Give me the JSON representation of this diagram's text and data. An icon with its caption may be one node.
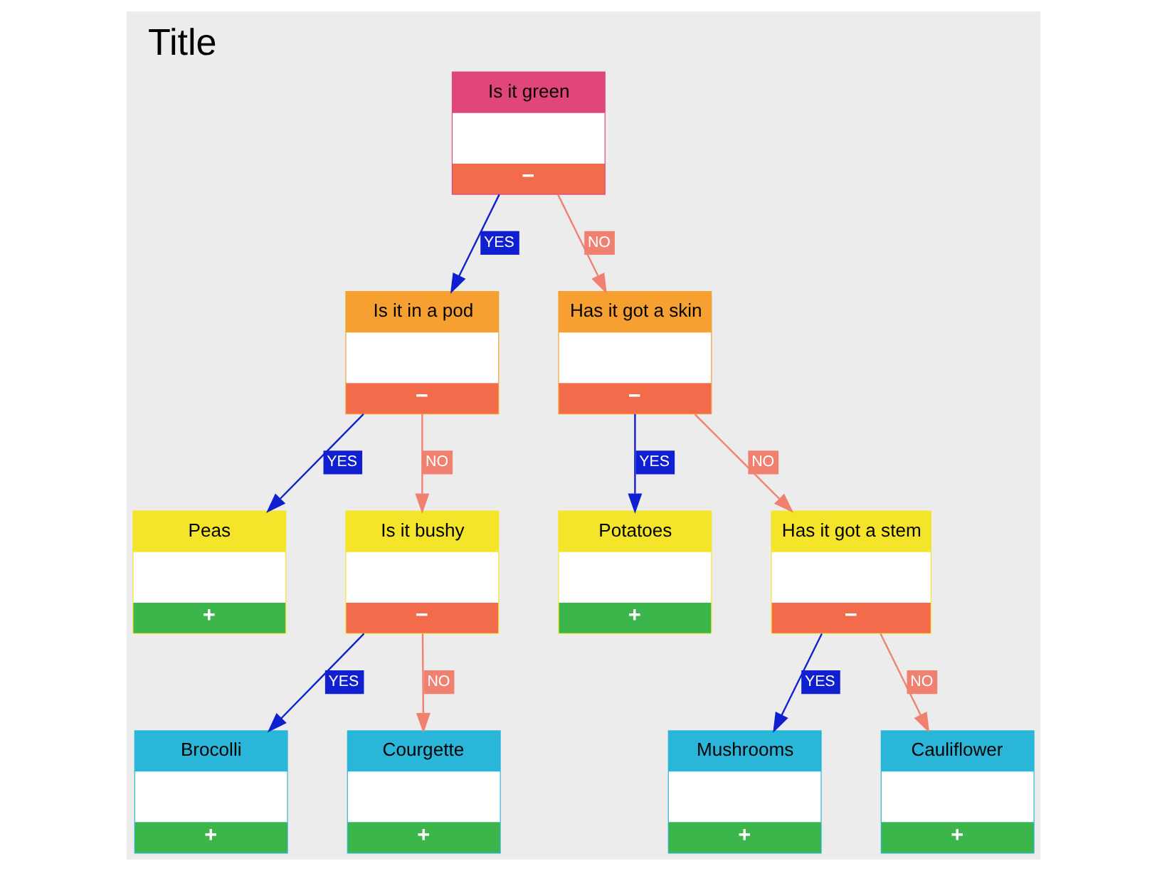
{
  "diagram": {
    "title": "Title",
    "nodes": [
      {
        "text": [
          "Is it green",
          "−"
        ]
      },
      {
        "text": [
          "Is it in a pod",
          "−"
        ]
      },
      {
        "text": [
          "Has it got a skin",
          "−"
        ]
      },
      {
        "text": [
          "Peas",
          "+"
        ]
      },
      {
        "text": [
          "Is it bushy",
          "−"
        ]
      },
      {
        "text": [
          "Potatoes",
          "+"
        ]
      },
      {
        "text": [
          "Has it got a stem",
          "−"
        ]
      },
      {
        "text": [
          "Brocolli",
          "+"
        ]
      },
      {
        "text": [
          "Courgette",
          "+"
        ]
      },
      {
        "text": [
          "Mushrooms",
          "+"
        ]
      },
      {
        "text": [
          "Cauliflower",
          "+"
        ]
      }
    ],
    "edges": [
      {
        "from": 0,
        "to": 1,
        "arrow": "to",
        "label": "YES",
        "color": "#1020d0"
      },
      {
        "from": 0,
        "to": 2,
        "arrow": "to",
        "label": "NO",
        "color": "#f08070"
      },
      {
        "from": 1,
        "to": 3,
        "arrow": "to",
        "label": "YES",
        "color": "#1020d0"
      },
      {
        "from": 1,
        "to": 4,
        "arrow": "to",
        "label": "NO",
        "color": "#f08070"
      },
      {
        "from": 2,
        "to": 5,
        "arrow": "to",
        "label": "YES",
        "color": "#1020d0"
      },
      {
        "from": 2,
        "to": 6,
        "arrow": "to",
        "label": "NO",
        "color": "#f08070"
      },
      {
        "from": 4,
        "to": 7,
        "arrow": "to",
        "label": "YES",
        "color": "#1020d0"
      },
      {
        "from": 4,
        "to": 8,
        "arrow": "to",
        "label": "NO",
        "color": "#f08070"
      },
      {
        "from": 6,
        "to": 9,
        "arrow": "to",
        "label": "YES",
        "color": "#1020d0"
      },
      {
        "from": 6,
        "to": 10,
        "arrow": "to",
        "label": "NO",
        "color": "#f08070"
      }
    ]
  }
}
